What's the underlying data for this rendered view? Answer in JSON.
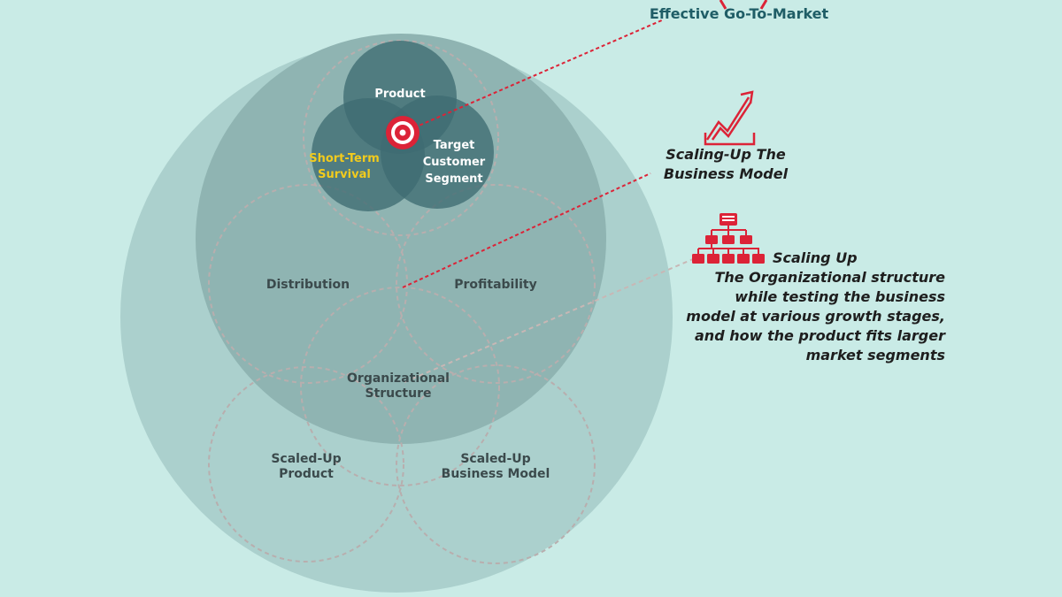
{
  "diagram": {
    "effective_gtm_label": "Effective Go-To-Market",
    "circles": {
      "product": "Product",
      "short_term_survival": "Short-Term Survival",
      "target_customer_segment": "Target Customer Segment",
      "distribution": "Distribution",
      "profitability": "Profitability",
      "organizational_structure": "Organizational Structure",
      "scaled_up_product": "Scaled-Up Product",
      "scaled_up_business_model": "Scaled-Up Business Model"
    },
    "notes": {
      "scaling_business_model": "Scaling-Up The Business Model",
      "scaling_org_title": "Scaling Up",
      "scaling_org_description": "The Organizational structure while testing the business model at various growth stages, and how the product fits larger market segments"
    },
    "icons": [
      "target-icon",
      "growth-chart-icon",
      "org-chart-icon"
    ],
    "colors": {
      "background": "#c9ebe6",
      "outer_circle": "#abd0cd",
      "middle_circle": "#8fb4b2",
      "core_circles": "#3f6b72",
      "accent_red": "#dc2337",
      "highlight_yellow": "#f2cb1d",
      "heading_teal": "#1f5d66"
    }
  }
}
